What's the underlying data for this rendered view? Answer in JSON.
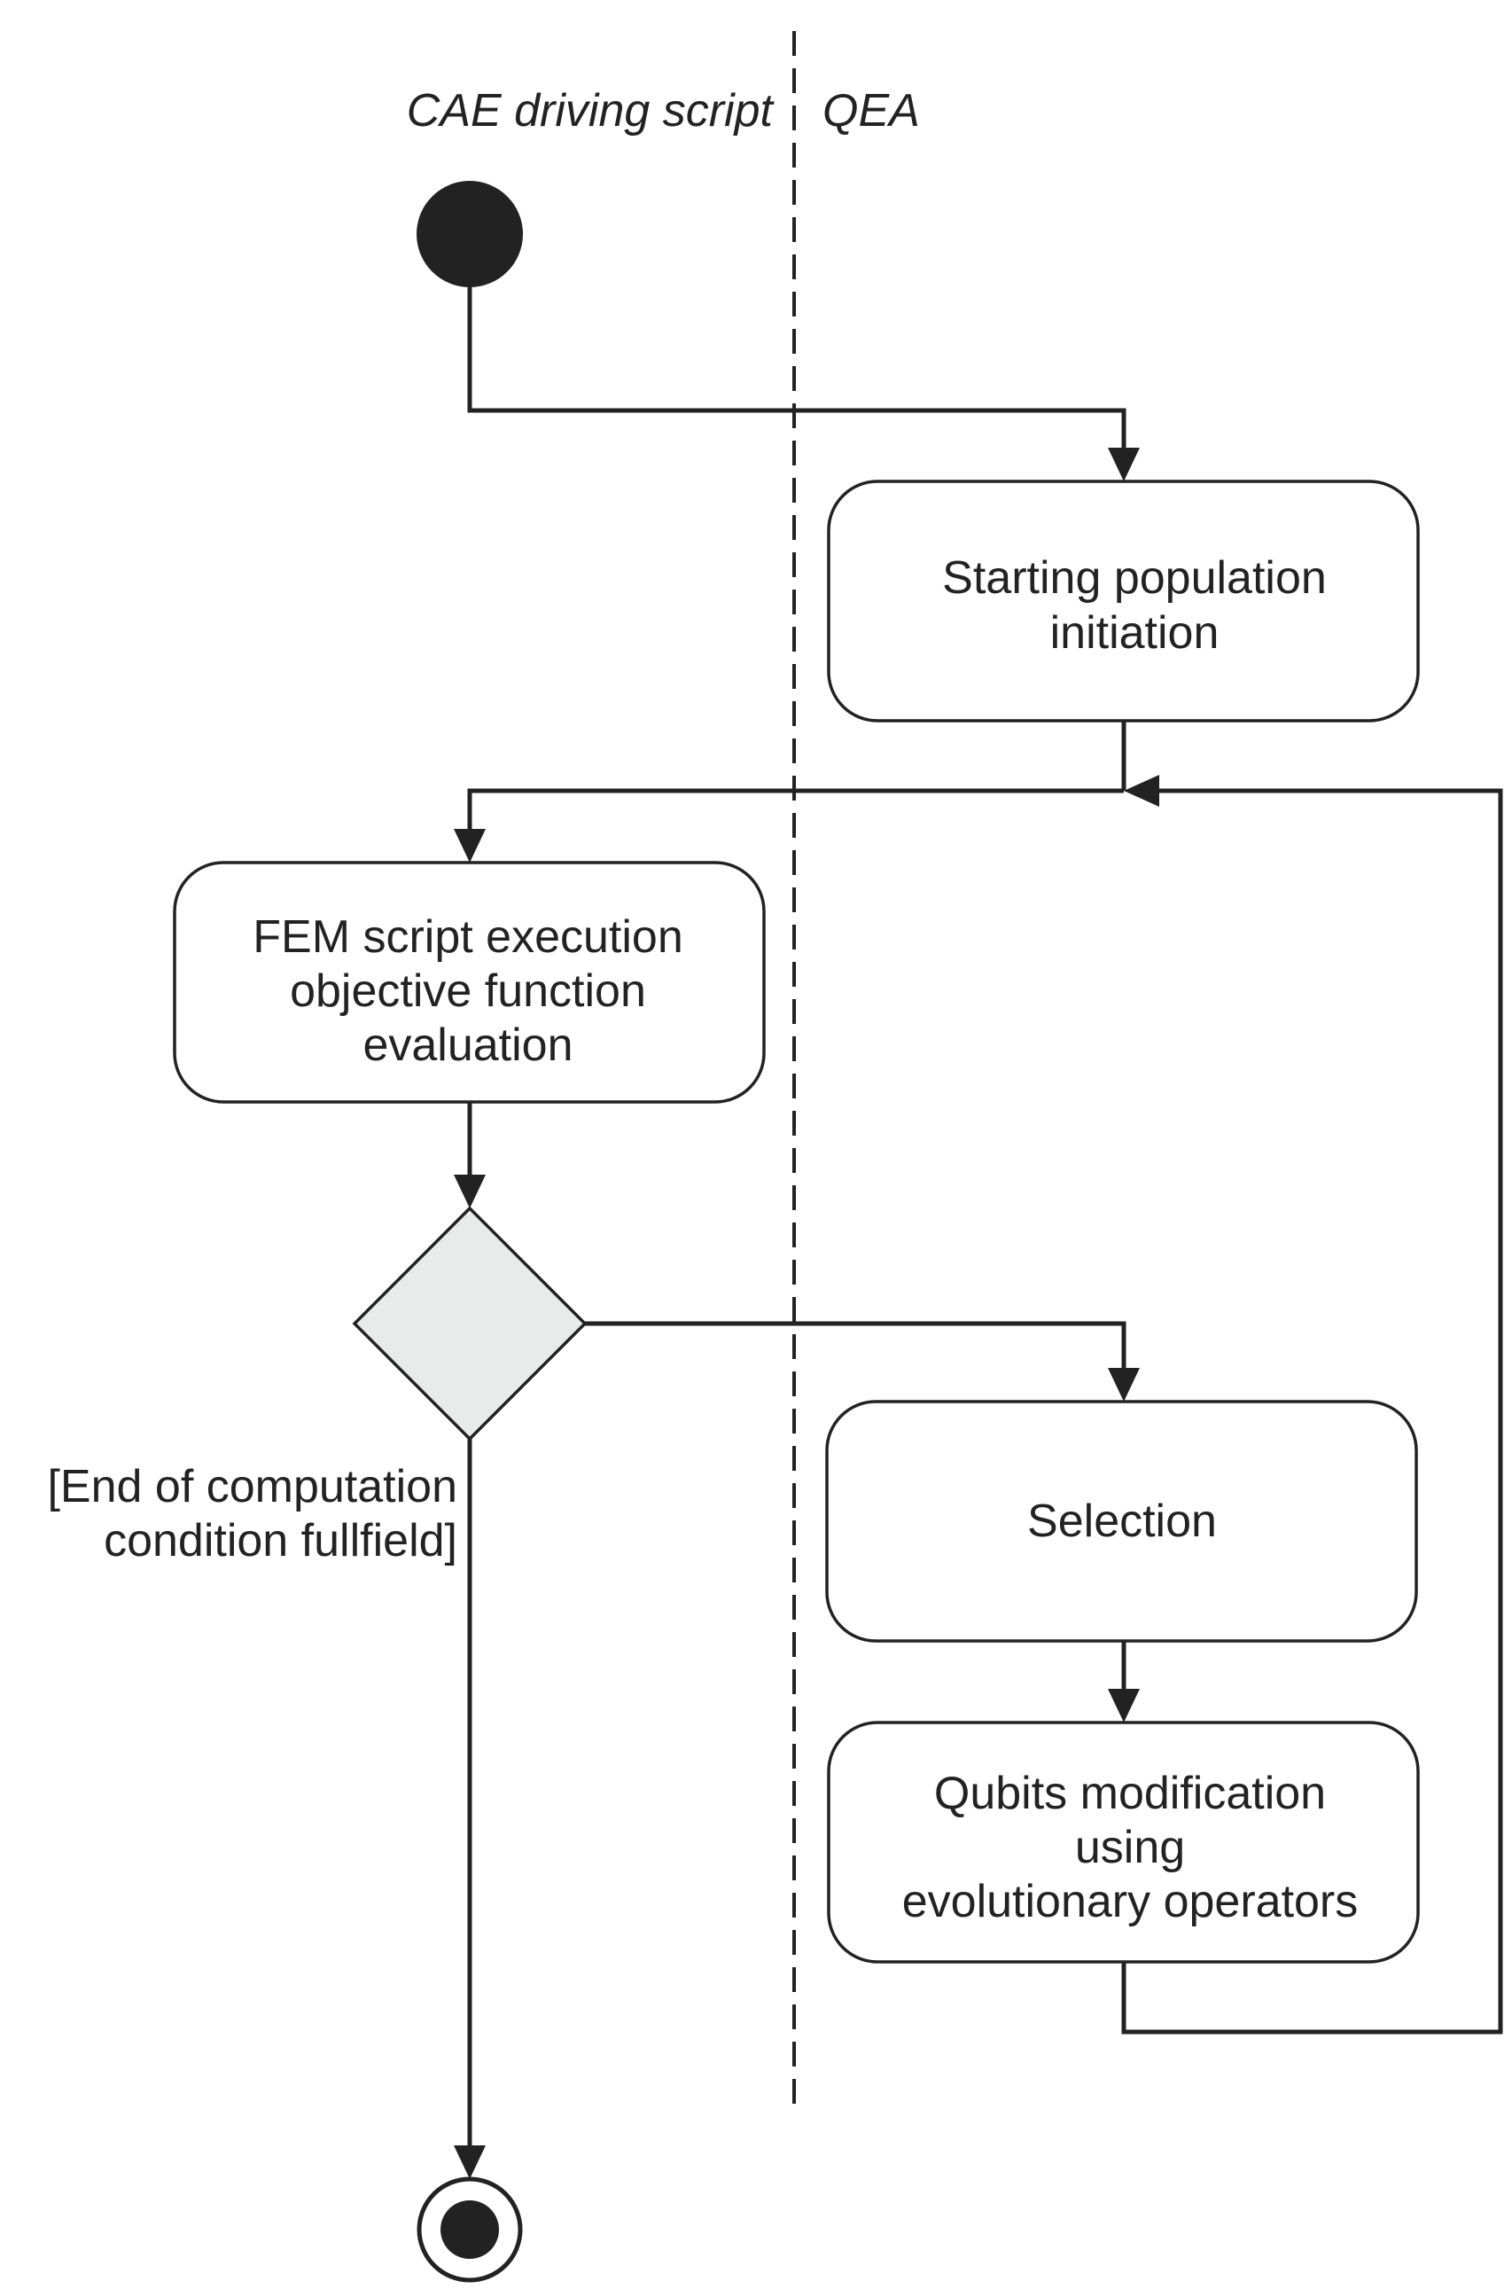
{
  "lanes": {
    "left": "CAE driving script",
    "right": "QEA"
  },
  "nodes": {
    "start_population": [
      "Starting population",
      "initiation"
    ],
    "fem_evaluation": [
      "FEM script execution",
      "objective function",
      "evaluation"
    ],
    "selection": [
      "Selection"
    ],
    "qubits_modification": [
      "Qubits modification",
      "using",
      "evolutionary operators"
    ]
  },
  "guard": [
    "[End of computation",
    "condition fullfield]"
  ],
  "colors": {
    "stroke": "#222222",
    "decision_fill": "#e9eaea",
    "box_fill": "#ffffff"
  }
}
